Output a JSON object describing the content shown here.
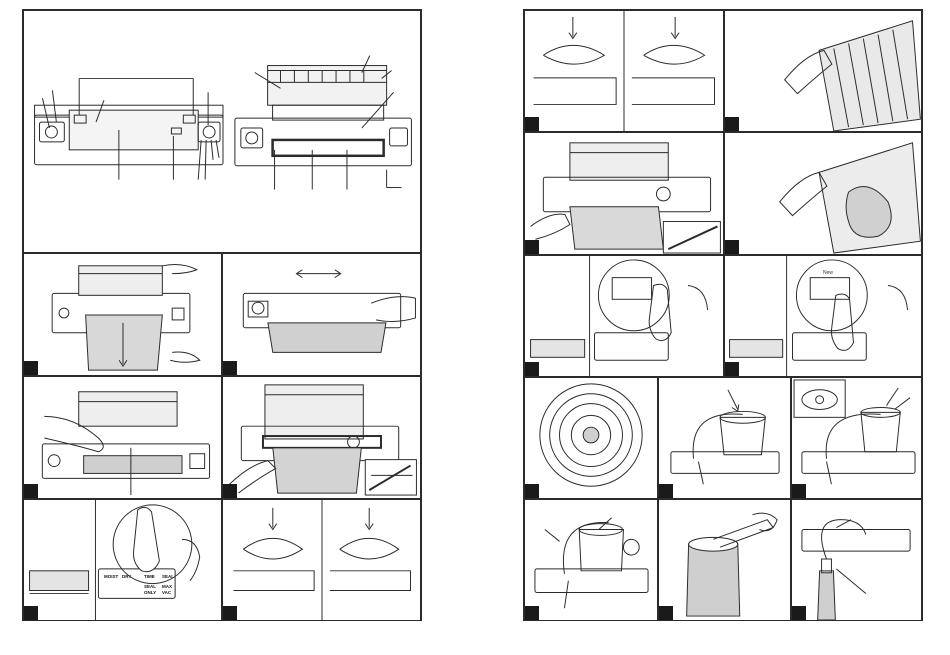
{
  "left_page": {
    "diagram_panel": {
      "kind": "appliance-overview"
    },
    "steps": [
      {
        "id": "insert-bag"
      },
      {
        "id": "slide-lid"
      },
      {
        "id": "place-bag-in-chamber"
      },
      {
        "id": "bag-edge-detail"
      },
      {
        "id": "press-button",
        "buttons": [
          "MOIST",
          "DRY",
          "TIME",
          "SEAL"
        ],
        "sub_labels": [
          "SEAL",
          "ONLY",
          "MAX",
          "VAC"
        ]
      },
      {
        "id": "lock-lid"
      }
    ]
  },
  "right_page": {
    "steps": [
      {
        "id": "lock-lid-press"
      },
      {
        "id": "bag-roll"
      },
      {
        "id": "insert-bag-detail"
      },
      {
        "id": "filled-bag"
      },
      {
        "id": "press-button-a"
      },
      {
        "id": "press-button-b",
        "note": "New"
      },
      {
        "id": "canister-lid-top"
      },
      {
        "id": "hose-to-canister"
      },
      {
        "id": "lid-detail-hose"
      },
      {
        "id": "hose-to-jar"
      },
      {
        "id": "jar-contents"
      },
      {
        "id": "bottle-stopper"
      }
    ]
  },
  "colors": {
    "line": "#2b2b2b",
    "step_marker": "#1a1a1a",
    "background": "#ffffff"
  }
}
